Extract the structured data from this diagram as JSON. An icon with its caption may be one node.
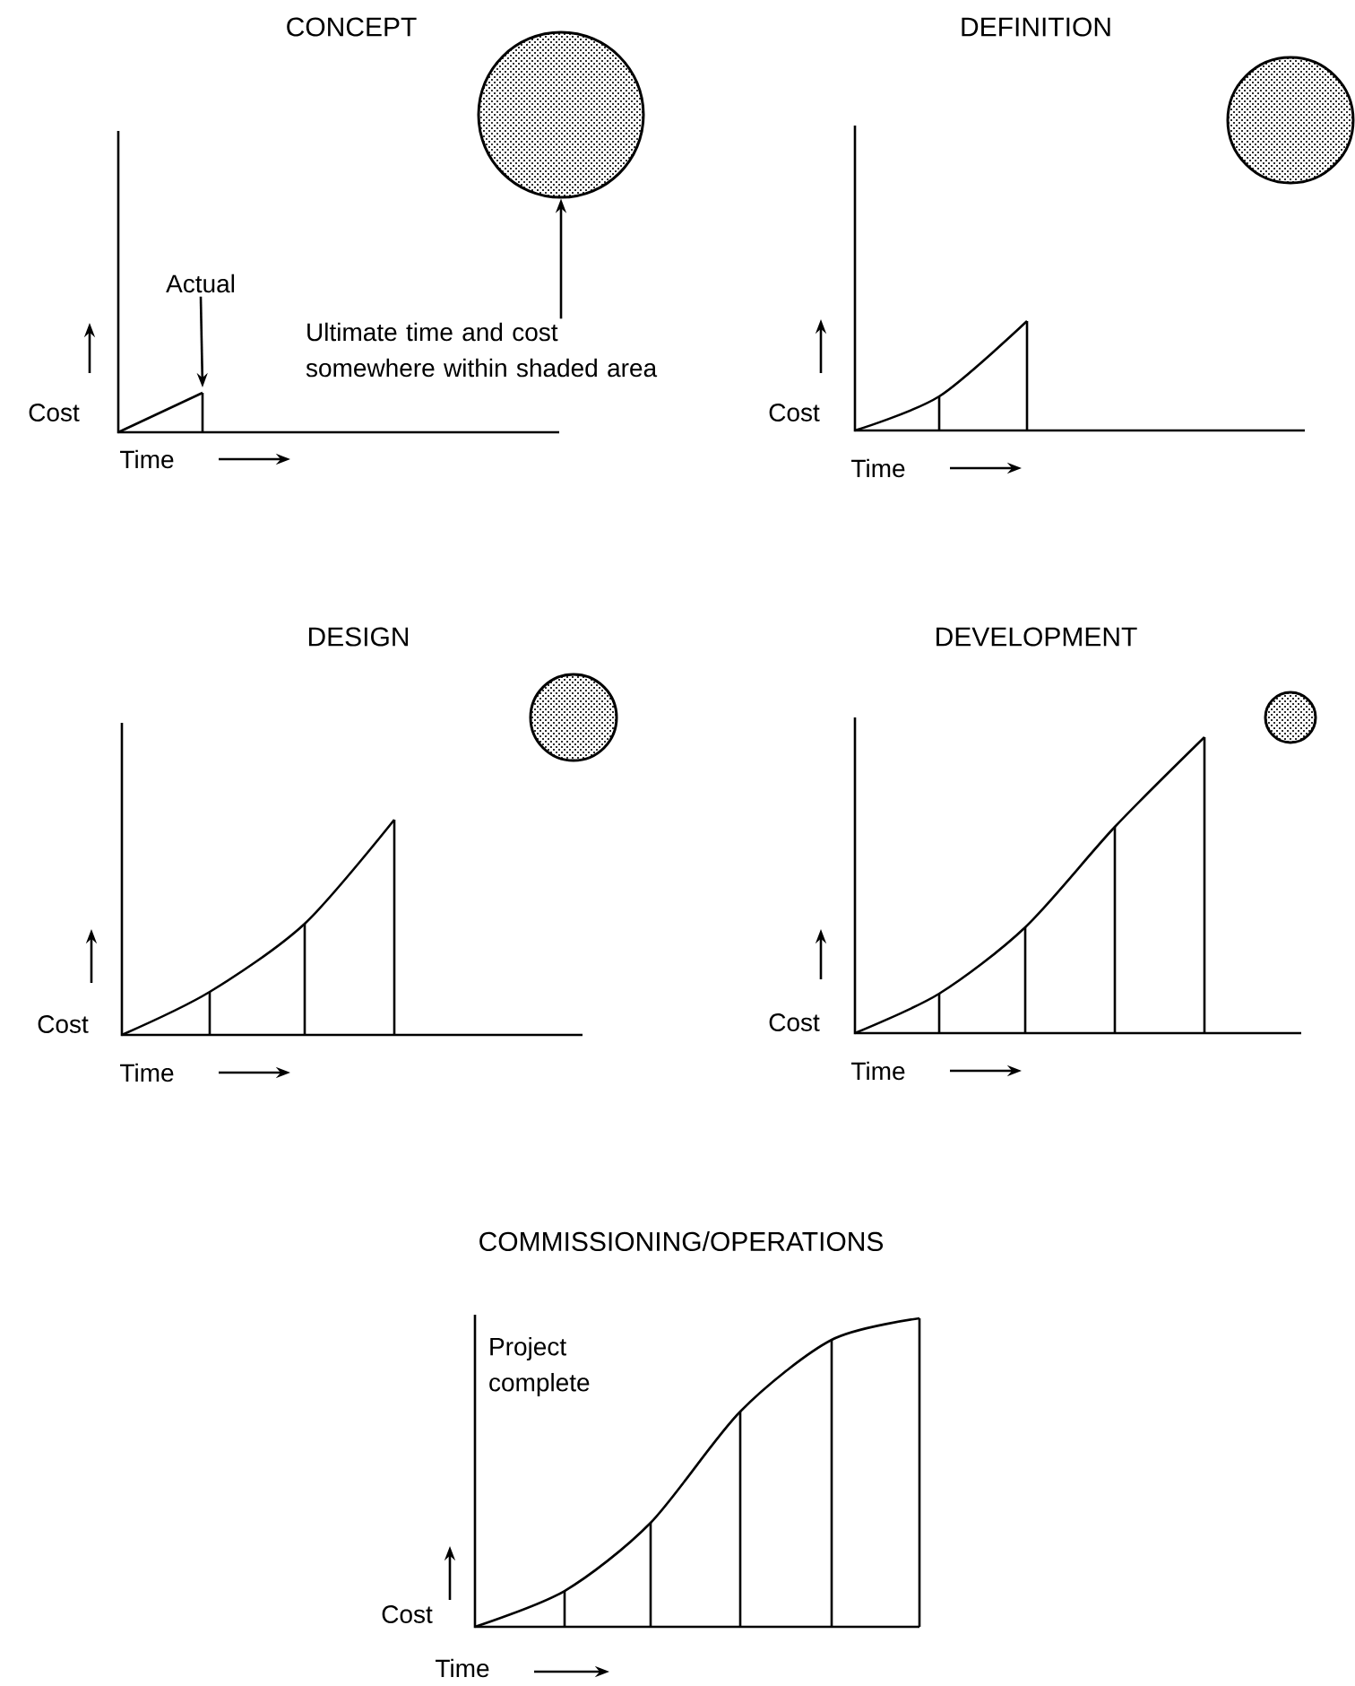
{
  "diagram": {
    "nodes": [
      {
        "text": [
          "Actual"
        ]
      },
      {
        "text": [],
        "shape": "circle"
      },
      {
        "text": [
          "Ultimate time and cost somewhere within shaded area"
        ]
      },
      {
        "text": [],
        "shape": "circle"
      },
      {
        "text": [],
        "shape": "circle"
      },
      {
        "text": [],
        "shape": "circle"
      }
    ],
    "edges": [
      {
        "from": 0,
        "to": null,
        "arrow": "to"
      },
      {
        "from": 2,
        "to": 1,
        "arrow": "to"
      }
    ],
    "labels": [
      "CONCEPT",
      "DEFINITION",
      "Cost",
      "Time",
      "Cost",
      "Time",
      "DESIGN",
      "DEVELOPMENT",
      "Cost",
      "Time",
      "Cost",
      "Time",
      "COMMISSIONING/OPERATIONS",
      "Project complete",
      "Cost",
      "Time"
    ]
  }
}
